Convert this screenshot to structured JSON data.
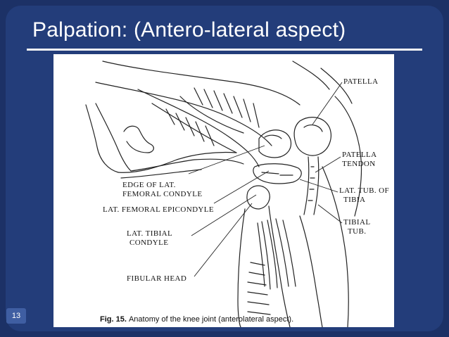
{
  "slide": {
    "title": "Palpation: (Antero-lateral aspect)",
    "page_number": "13"
  },
  "figure": {
    "labels": {
      "patella": "PATELLA",
      "patella_tendon_1": "PATELLA",
      "patella_tendon_2": "TENDON",
      "lat_tub_1": "LAT. TUB. OF",
      "lat_tub_2": "TIBIA",
      "tibial_tub_1": "TIBIAL",
      "tibial_tub_2": "TUB.",
      "edge_1": "EDGE OF LAT.",
      "edge_2": "FEMORAL CONDYLE",
      "epicondyle": "LAT. FEMORAL EPICONDYLE",
      "tibial_condyle_1": "LAT. TIBIAL",
      "tibial_condyle_2": "CONDYLE",
      "fibular_head": "FIBULAR HEAD"
    },
    "caption_prefix": "Fig. 15.",
    "caption_text": "Anatomy of the knee joint (anterolateral aspect)."
  },
  "colors": {
    "background": "#1c3166",
    "panel": "#233d7a",
    "title": "#ffffff",
    "page_badge": "#3f5ea2"
  }
}
